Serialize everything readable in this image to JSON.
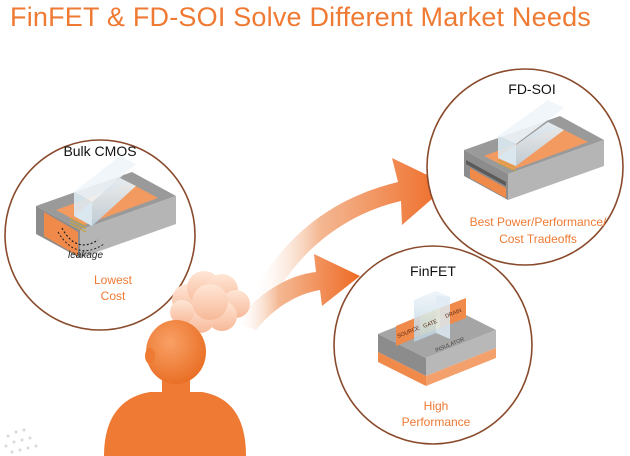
{
  "title": "FinFET & FD-SOI Solve Different Market Needs",
  "colors": {
    "accent": "#ee7a33",
    "circle_border": "#8a4a2c",
    "silicon_gray": "#8c8c8c",
    "orange": "#f08a4b",
    "gate_blue": "#cfe0ec"
  },
  "bulk": {
    "heading": "Bulk CMOS",
    "leakage_label": "leakage",
    "caption_line1": "Lowest",
    "caption_line2": "Cost"
  },
  "fdsoi": {
    "heading": "FD-SOI",
    "caption_line1": "Best Power/Performance/",
    "caption_line2": "Cost Tradeoffs"
  },
  "finfet": {
    "heading": "FinFET",
    "source_label": "SOURCE",
    "gate_label": "GATE",
    "drain_label": "DRAIN",
    "insulator_label": "INSULATOR",
    "caption_line1": "High",
    "caption_line2": "Performance"
  },
  "icons": [
    "person-icon",
    "thought-cloud-icon",
    "arrow-icon"
  ]
}
